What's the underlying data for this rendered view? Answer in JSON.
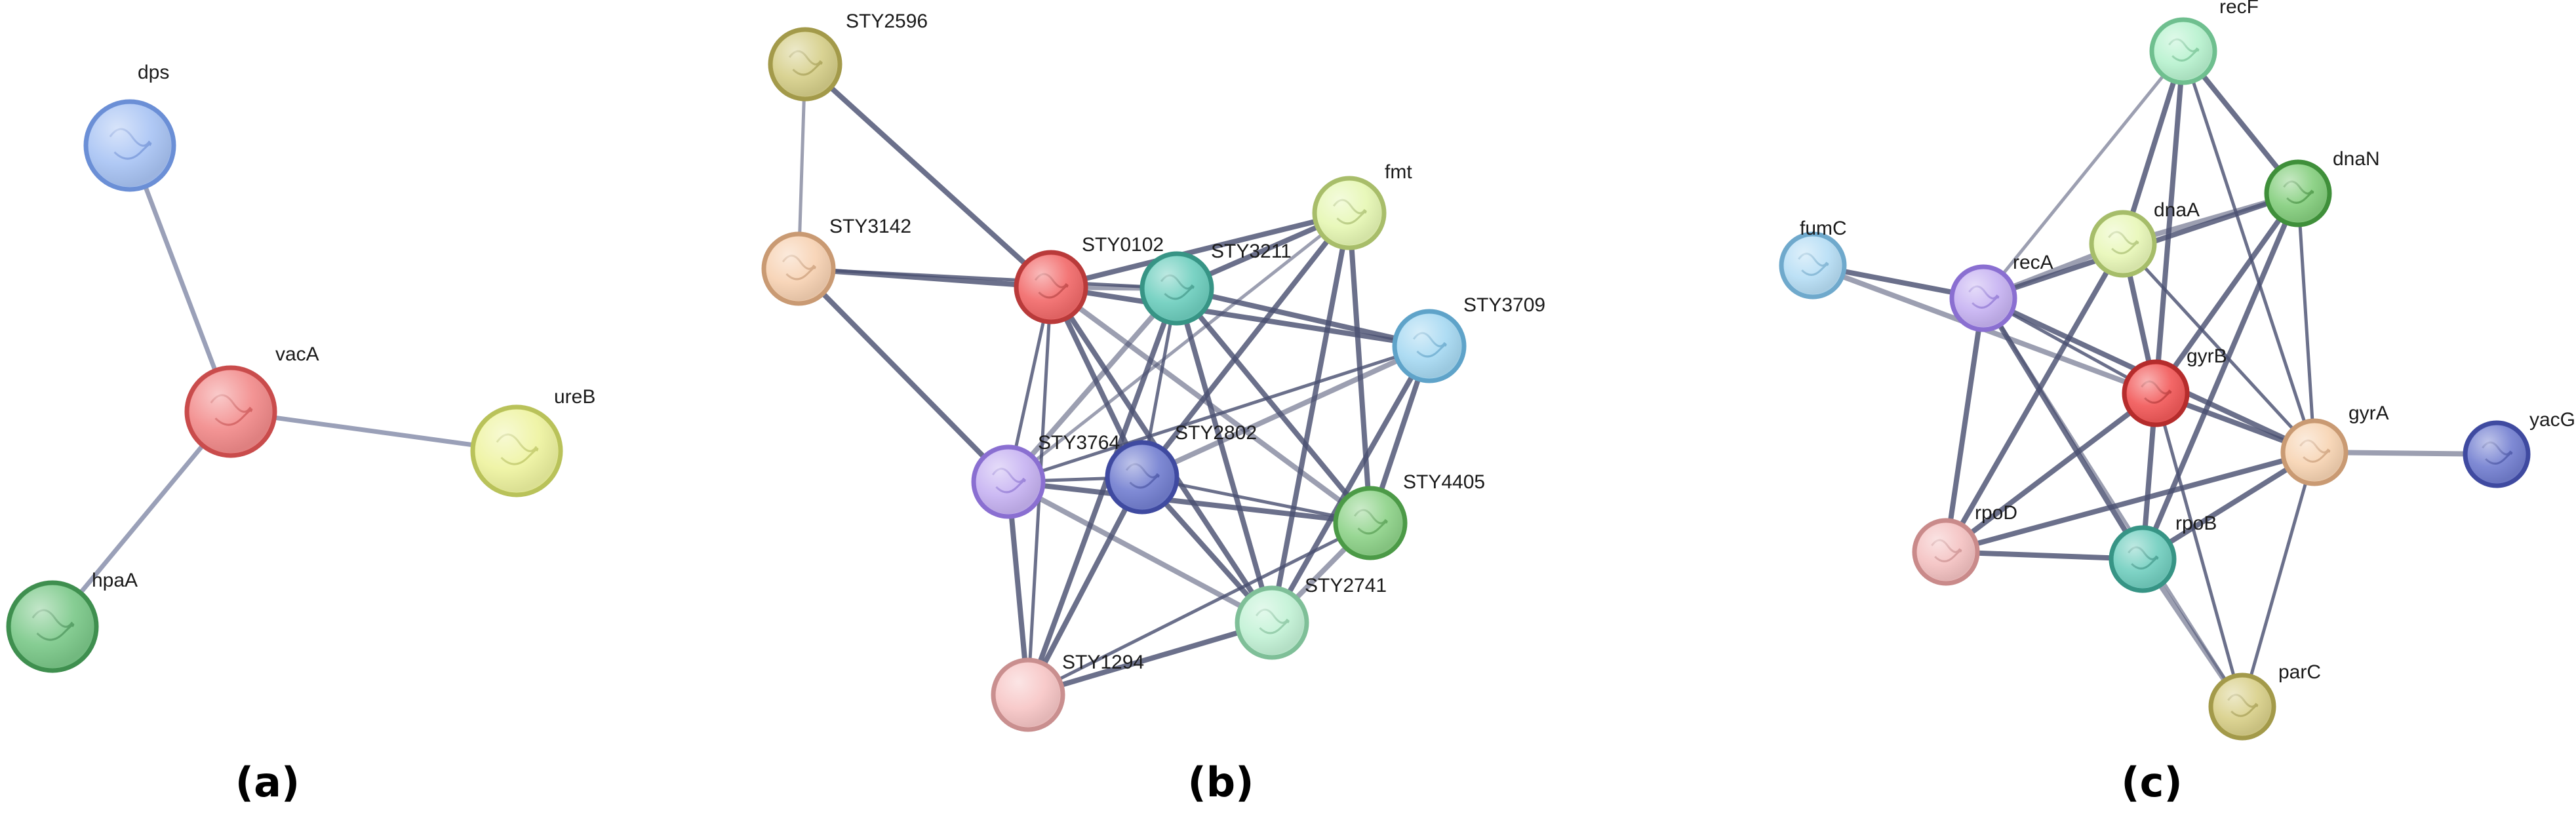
{
  "panels": [
    {
      "id": "a",
      "label": "(a)",
      "nodes": [
        {
          "id": "dps",
          "label": "dps",
          "color": "#a9c4f4",
          "stroke": "#6b8fd6"
        },
        {
          "id": "vacA",
          "label": "vacA",
          "color": "#f28b8b",
          "stroke": "#c94c4c"
        },
        {
          "id": "ureB",
          "label": "ureB",
          "color": "#eef3a0",
          "stroke": "#b9c25a"
        },
        {
          "id": "hpaA",
          "label": "hpaA",
          "color": "#7cc98a",
          "stroke": "#3f8f4f"
        }
      ],
      "edges": [
        [
          "dps",
          "vacA"
        ],
        [
          "vacA",
          "ureB"
        ],
        [
          "vacA",
          "hpaA"
        ]
      ]
    },
    {
      "id": "b",
      "label": "(b)",
      "nodes": [
        {
          "id": "STY2596",
          "label": "STY2596",
          "color": "#d6cf8a",
          "stroke": "#a39a4a"
        },
        {
          "id": "STY3142",
          "label": "STY3142",
          "color": "#f7d2b3",
          "stroke": "#c99a73"
        },
        {
          "id": "STY0102",
          "label": "STY0102",
          "color": "#f26b6b",
          "stroke": "#b93a3a"
        },
        {
          "id": "STY3211",
          "label": "STY3211",
          "color": "#6fcfbf",
          "stroke": "#379485"
        },
        {
          "id": "fmt",
          "label": "fmt",
          "color": "#e6f7b4",
          "stroke": "#a8bd6a"
        },
        {
          "id": "STY3709",
          "label": "STY3709",
          "color": "#a7d9f2",
          "stroke": "#5fa3c9"
        },
        {
          "id": "STY3764",
          "label": "STY3764",
          "color": "#c7b3f2",
          "stroke": "#8a6fd1"
        },
        {
          "id": "STY2802",
          "label": "STY2802",
          "color": "#7480d1",
          "stroke": "#3f4aa0"
        },
        {
          "id": "STY4405",
          "label": "STY4405",
          "color": "#8fd38a",
          "stroke": "#4c9a47"
        },
        {
          "id": "STY2741",
          "label": "STY2741",
          "color": "#c3f2d6",
          "stroke": "#7fbf98"
        },
        {
          "id": "STY1294",
          "label": "STY1294",
          "color": "#f7c6c6",
          "stroke": "#c98f8f"
        }
      ],
      "edges": [
        [
          "STY2596",
          "STY3142"
        ],
        [
          "STY2596",
          "STY0102"
        ],
        [
          "STY3142",
          "STY0102"
        ],
        [
          "STY3142",
          "STY3764"
        ],
        [
          "STY3142",
          "STY3211"
        ],
        [
          "STY0102",
          "STY3211"
        ],
        [
          "STY0102",
          "fmt"
        ],
        [
          "STY0102",
          "STY3709"
        ],
        [
          "STY0102",
          "STY3764"
        ],
        [
          "STY0102",
          "STY2802"
        ],
        [
          "STY0102",
          "STY4405"
        ],
        [
          "STY0102",
          "STY2741"
        ],
        [
          "STY0102",
          "STY1294"
        ],
        [
          "STY3211",
          "fmt"
        ],
        [
          "STY3211",
          "STY3709"
        ],
        [
          "STY3211",
          "STY3764"
        ],
        [
          "STY3211",
          "STY2802"
        ],
        [
          "STY3211",
          "STY4405"
        ],
        [
          "STY3211",
          "STY2741"
        ],
        [
          "STY3211",
          "STY1294"
        ],
        [
          "fmt",
          "STY3764"
        ],
        [
          "fmt",
          "STY2802"
        ],
        [
          "fmt",
          "STY4405"
        ],
        [
          "fmt",
          "STY2741"
        ],
        [
          "STY3709",
          "STY3764"
        ],
        [
          "STY3709",
          "STY2802"
        ],
        [
          "STY3709",
          "STY4405"
        ],
        [
          "STY3709",
          "STY2741"
        ],
        [
          "STY3764",
          "STY2802"
        ],
        [
          "STY3764",
          "STY4405"
        ],
        [
          "STY3764",
          "STY2741"
        ],
        [
          "STY3764",
          "STY1294"
        ],
        [
          "STY2802",
          "STY4405"
        ],
        [
          "STY2802",
          "STY2741"
        ],
        [
          "STY2802",
          "STY1294"
        ],
        [
          "STY4405",
          "STY2741"
        ],
        [
          "STY4405",
          "STY1294"
        ],
        [
          "STY2741",
          "STY1294"
        ]
      ]
    },
    {
      "id": "c",
      "label": "(c)",
      "nodes": [
        {
          "id": "recF",
          "label": "recF",
          "color": "#b8f2cf",
          "stroke": "#6fbf8f"
        },
        {
          "id": "dnaN",
          "label": "dnaN",
          "color": "#86cf7f",
          "stroke": "#3f8f3a"
        },
        {
          "id": "dnaA",
          "label": "dnaA",
          "color": "#e8f7b8",
          "stroke": "#a6bd6a"
        },
        {
          "id": "fumC",
          "label": "fumC",
          "color": "#b7def5",
          "stroke": "#6fa9cc"
        },
        {
          "id": "recA",
          "label": "recA",
          "color": "#c7b3f2",
          "stroke": "#8a6fd1"
        },
        {
          "id": "gyrB",
          "label": "gyrB",
          "color": "#f25a5a",
          "stroke": "#b52c2c"
        },
        {
          "id": "gyrA",
          "label": "gyrA",
          "color": "#f7d4b3",
          "stroke": "#c99a73"
        },
        {
          "id": "yacG",
          "label": "yacG",
          "color": "#7480d1",
          "stroke": "#3f4aa0"
        },
        {
          "id": "rpoD",
          "label": "rpoD",
          "color": "#f4c2c2",
          "stroke": "#c98a8a"
        },
        {
          "id": "rpoB",
          "label": "rpoB",
          "color": "#73cfc0",
          "stroke": "#379485"
        },
        {
          "id": "parC",
          "label": "parC",
          "color": "#d9d08a",
          "stroke": "#a39a4a"
        }
      ],
      "edges": [
        [
          "recF",
          "recA"
        ],
        [
          "recF",
          "dnaN"
        ],
        [
          "recF",
          "dnaA"
        ],
        [
          "recF",
          "gyrB"
        ],
        [
          "recF",
          "gyrA"
        ],
        [
          "dnaN",
          "dnaA"
        ],
        [
          "dnaN",
          "recA"
        ],
        [
          "dnaN",
          "gyrB"
        ],
        [
          "dnaN",
          "gyrA"
        ],
        [
          "dnaN",
          "rpoB"
        ],
        [
          "dnaA",
          "recA"
        ],
        [
          "dnaA",
          "gyrB"
        ],
        [
          "dnaA",
          "gyrA"
        ],
        [
          "dnaA",
          "rpoD"
        ],
        [
          "fumC",
          "recA"
        ],
        [
          "fumC",
          "gyrB"
        ],
        [
          "recA",
          "gyrB"
        ],
        [
          "recA",
          "gyrA"
        ],
        [
          "recA",
          "rpoD"
        ],
        [
          "recA",
          "rpoB"
        ],
        [
          "recA",
          "parC"
        ],
        [
          "gyrB",
          "gyrA"
        ],
        [
          "gyrB",
          "rpoD"
        ],
        [
          "gyrB",
          "rpoB"
        ],
        [
          "gyrB",
          "parC"
        ],
        [
          "gyrA",
          "yacG"
        ],
        [
          "gyrA",
          "rpoD"
        ],
        [
          "gyrA",
          "rpoB"
        ],
        [
          "gyrA",
          "parC"
        ],
        [
          "rpoD",
          "rpoB"
        ],
        [
          "rpoB",
          "parC"
        ]
      ]
    }
  ]
}
